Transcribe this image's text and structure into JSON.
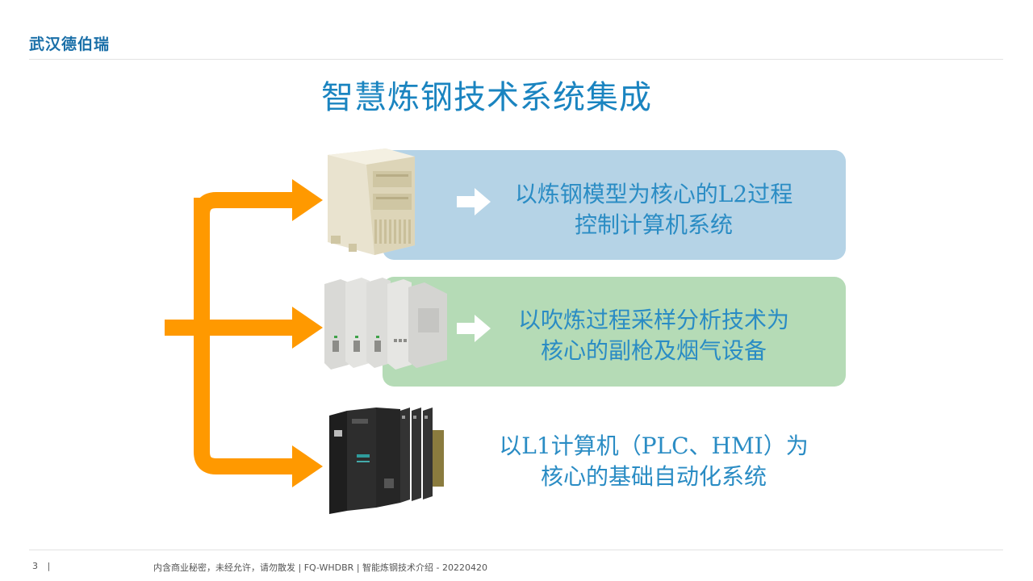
{
  "header": {
    "logo_text": "武汉德伯瑞"
  },
  "slide": {
    "title": "智慧炼钢技术系统集成",
    "items": [
      {
        "line1": "以炼钢模型为核心的L2过程",
        "line2": "控制计算机系统",
        "box_color": "#b5d3e6",
        "icon": "server-cabinet-icon"
      },
      {
        "line1": "以吹炼过程采样分析技术为",
        "line2": "核心的副枪及烟气设备",
        "box_color": "#b5dbb6",
        "icon": "io-modules-icon"
      },
      {
        "line1": "以L1计算机（PLC、HMI）为",
        "line2": "核心的基础自动化系统",
        "box_color": "#ffffff",
        "icon": "plc-rack-icon"
      }
    ],
    "accent_color": "#ff9900"
  },
  "footer": {
    "page_number": "3",
    "separator": "|",
    "text": "内含商业秘密，未经允许，请勿散发 | FQ-WHDBR | 智能炼钢技术介绍 - 20220420"
  }
}
